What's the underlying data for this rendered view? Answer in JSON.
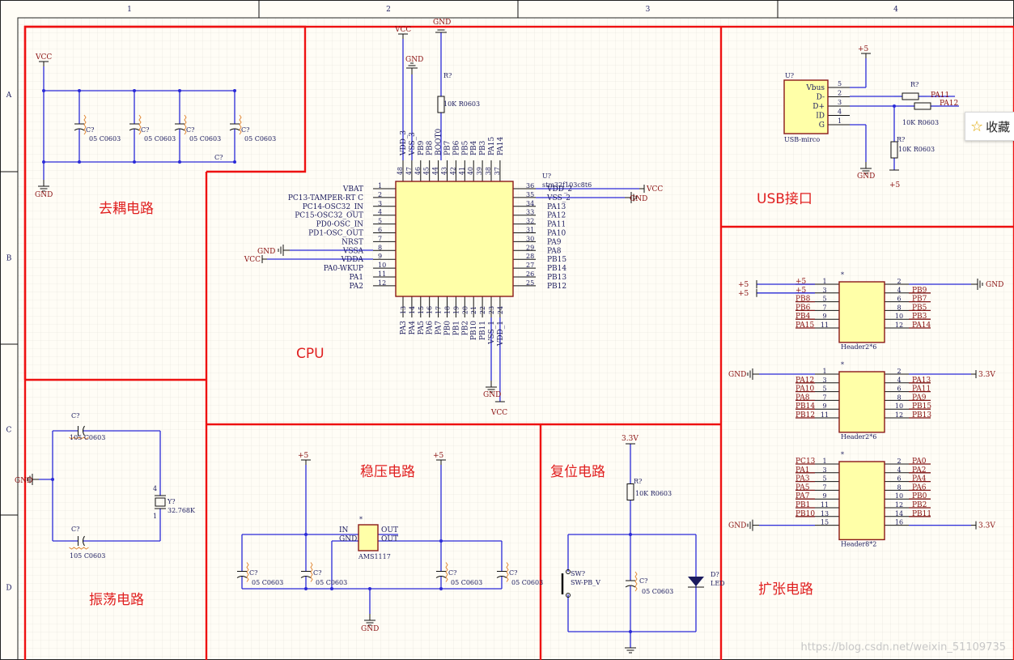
{
  "frame": {
    "columns": [
      "1",
      "2",
      "3",
      "4"
    ],
    "rows": [
      "A",
      "B",
      "C",
      "D"
    ]
  },
  "sections": {
    "decoupling": "去耦电路",
    "cpu": "CPU",
    "usb": "USB接口",
    "oscillator": "振荡电路",
    "regulator": "稳压电路",
    "reset": "复位电路",
    "expansion": "扩张电路"
  },
  "power": {
    "vcc": "VCC",
    "gnd": "GND",
    "p5": "+5",
    "v33": "3.3V"
  },
  "mcu": {
    "ref": "U?",
    "part": "stm32f103c8t6",
    "left_pins": [
      {
        "num": "1",
        "name": "VBAT"
      },
      {
        "num": "2",
        "name": "PC13-TAMPER-RT C"
      },
      {
        "num": "3",
        "name": "PC14-OSC32_IN"
      },
      {
        "num": "4",
        "name": "PC15-OSC32_OUT"
      },
      {
        "num": "5",
        "name": "PD0-OSC_IN"
      },
      {
        "num": "6",
        "name": "PD1-OSC_OUT"
      },
      {
        "num": "7",
        "name": "NRST"
      },
      {
        "num": "8",
        "name": "VSSA"
      },
      {
        "num": "9",
        "name": "VDDA"
      },
      {
        "num": "10",
        "name": "PA0-WKUP"
      },
      {
        "num": "11",
        "name": "PA1"
      },
      {
        "num": "12",
        "name": "PA2"
      }
    ],
    "right_pins": [
      {
        "num": "36",
        "name": "VDD_2"
      },
      {
        "num": "35",
        "name": "VSS_2"
      },
      {
        "num": "34",
        "name": "PA13"
      },
      {
        "num": "33",
        "name": "PA12"
      },
      {
        "num": "32",
        "name": "PA11"
      },
      {
        "num": "31",
        "name": "PA10"
      },
      {
        "num": "30",
        "name": "PA9"
      },
      {
        "num": "29",
        "name": "PA8"
      },
      {
        "num": "28",
        "name": "PB15"
      },
      {
        "num": "27",
        "name": "PB14"
      },
      {
        "num": "26",
        "name": "PB13"
      },
      {
        "num": "25",
        "name": "PB12"
      }
    ],
    "top_pins": [
      {
        "num": "48",
        "name": "VDD_3"
      },
      {
        "num": "47",
        "name": "VSS_3"
      },
      {
        "num": "46",
        "name": "PB9"
      },
      {
        "num": "45",
        "name": "PB8"
      },
      {
        "num": "44",
        "name": "BOOT0"
      },
      {
        "num": "43",
        "name": "PB7"
      },
      {
        "num": "42",
        "name": "PB6"
      },
      {
        "num": "41",
        "name": "PB5"
      },
      {
        "num": "40",
        "name": "PB4"
      },
      {
        "num": "39",
        "name": "PB3"
      },
      {
        "num": "38",
        "name": "PA15"
      },
      {
        "num": "37",
        "name": "PA14"
      }
    ],
    "bottom_pins": [
      {
        "num": "13",
        "name": "PA3"
      },
      {
        "num": "14",
        "name": "PA4"
      },
      {
        "num": "15",
        "name": "PA5"
      },
      {
        "num": "16",
        "name": "PA6"
      },
      {
        "num": "17",
        "name": "PA7"
      },
      {
        "num": "18",
        "name": "PB0"
      },
      {
        "num": "19",
        "name": "PB1"
      },
      {
        "num": "20",
        "name": "PB2"
      },
      {
        "num": "21",
        "name": "PB10"
      },
      {
        "num": "22",
        "name": "PB11"
      },
      {
        "num": "23",
        "name": "VSS_1"
      },
      {
        "num": "24",
        "name": "VDD_1"
      }
    ]
  },
  "parts": {
    "boot_res": {
      "ref": "R?",
      "value": "10K R0603"
    },
    "cap_ref": "C?",
    "cap_value": "105 C0603",
    "cap_value_short": "05 C0603",
    "crystal": {
      "ref": "Y?",
      "value": "32.768K",
      "pin1": "1",
      "pin4": "4"
    },
    "usb": {
      "ref": "U?",
      "part": "USB-mirco",
      "pins": [
        {
          "num": "5",
          "name": "Vbus"
        },
        {
          "num": "2",
          "name": "D-"
        },
        {
          "num": "3",
          "name": "D+"
        },
        {
          "num": "4",
          "name": "ID"
        },
        {
          "num": "1",
          "name": "G"
        }
      ]
    },
    "usb_res": {
      "ref": "R?",
      "value": "10K R0603"
    },
    "usb_nets": [
      "PA11",
      "PA12"
    ],
    "ldo": {
      "ref": "*",
      "part": "AMS1117",
      "in": "IN",
      "gnd": "GND",
      "out1": "OUT",
      "out2": "OUT"
    },
    "reset": {
      "sw_ref": "SW?",
      "sw_part": "SW-PB_V",
      "led_ref": "D?",
      "led_part": "LED"
    }
  },
  "headers": [
    {
      "ref": "*",
      "part": "Header2*6",
      "left_nums": [
        "1",
        "3",
        "5",
        "7",
        "9",
        "11"
      ],
      "right_nums": [
        "2",
        "4",
        "6",
        "8",
        "10",
        "12"
      ],
      "left_nets": [
        "+5",
        "+5",
        "PB8",
        "PB6",
        "PB4",
        "PA15"
      ],
      "right_nets": [
        "",
        "PB9",
        "PB7",
        "PB5",
        "PB3",
        "PA14"
      ],
      "left_power": "",
      "right_power": "GND"
    },
    {
      "ref": "*",
      "part": "Header2*6",
      "left_nums": [
        "1",
        "3",
        "5",
        "7",
        "9",
        "11"
      ],
      "right_nums": [
        "2",
        "4",
        "6",
        "8",
        "10",
        "12"
      ],
      "left_nets": [
        "",
        "PA12",
        "PA10",
        "PA8",
        "PB14",
        "PB12"
      ],
      "right_nets": [
        "",
        "PA13",
        "PA11",
        "PA9",
        "PB15",
        "PB13"
      ],
      "left_power": "GND",
      "right_power": "3.3V"
    },
    {
      "ref": "*",
      "part": "Header8*2",
      "left_nums": [
        "1",
        "3",
        "5",
        "7",
        "9",
        "11",
        "13",
        "15"
      ],
      "right_nums": [
        "2",
        "4",
        "6",
        "8",
        "10",
        "12",
        "14",
        "16"
      ],
      "left_nets": [
        "PC13",
        "PA1",
        "PA3",
        "PA5",
        "PA7",
        "PB1",
        "PB10",
        ""
      ],
      "right_nets": [
        "PA0",
        "PA2",
        "PA4",
        "PA6",
        "PB0",
        "PB2",
        "PB11",
        ""
      ],
      "left_power": "GND",
      "right_power": "3.3V"
    }
  ],
  "ui": {
    "favorite_label": "收藏",
    "watermark": "https://blog.csdn.net/weixin_51109735"
  }
}
